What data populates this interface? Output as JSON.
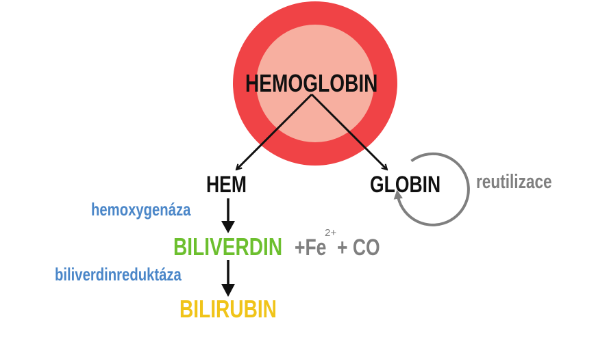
{
  "nodes": {
    "hemoglobin": "HEMOGLOBIN",
    "hem": "HEM",
    "globin": "GLOBIN",
    "biliverdin": "BILIVERDIN",
    "bilirubin": "BILIRUBIN"
  },
  "byproducts": {
    "fe_prefix": "+Fe",
    "fe_charge": "2+",
    "co": "+ CO"
  },
  "enzymes": {
    "hemoxygenase": "hemoxygenáza",
    "biliverdin_reductase": "biliverdinreduktáza"
  },
  "recycle_label": "reutilizace",
  "colors": {
    "circle_outer": "#f04346",
    "circle_inner": "#f7afa0",
    "dark_text": "#111111",
    "enzyme_blue": "#4a86c8",
    "biliverdin_green": "#6cbf2e",
    "bilirubin_yellow": "#f0c419",
    "gray": "#7f7f7f"
  }
}
